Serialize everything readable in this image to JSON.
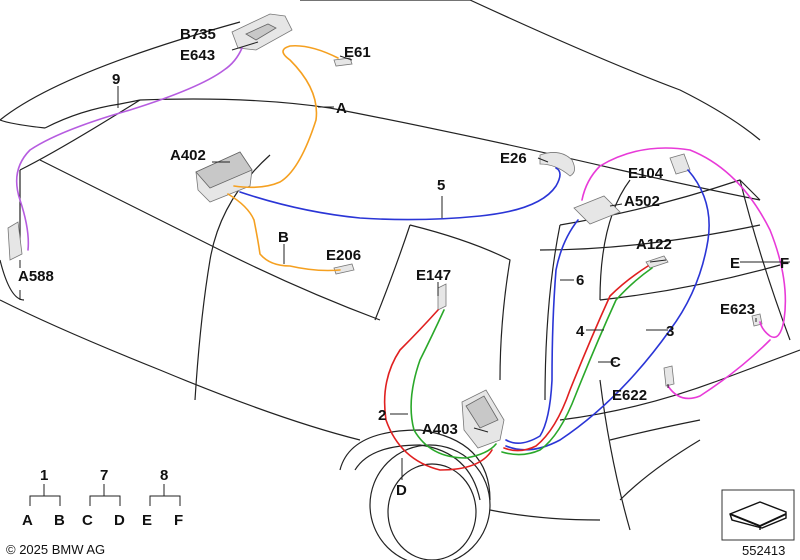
{
  "colors": {
    "wire_A": "#f5a020",
    "wire_B": "#f5a020",
    "wire_5": "#2a35d6",
    "wire_9": "#b65ce0",
    "wire_EF": "#e83ad8",
    "wire_red": "#e02020",
    "wire_green": "#2aa82a",
    "wire_blue_6": "#2a35d6",
    "wire_blue_3": "#2a35d6"
  },
  "labels": {
    "B735": "B735",
    "E643": "E643",
    "E61": "E61",
    "9": "9",
    "A": "A",
    "A402": "A402",
    "B": "B",
    "E206": "E206",
    "5": "5",
    "E26": "E26",
    "E104": "E104",
    "A502": "A502",
    "A122": "A122",
    "E": "E",
    "F": "F",
    "6": "6",
    "E147": "E147",
    "A588": "A588",
    "E623": "E623",
    "4": "4",
    "3": "3",
    "C": "C",
    "E622": "E622",
    "2": "2",
    "A403": "A403",
    "D": "D"
  },
  "legend": [
    {
      "parent": "1",
      "children": [
        "A",
        "B"
      ]
    },
    {
      "parent": "7",
      "children": [
        "C",
        "D"
      ]
    },
    {
      "parent": "8",
      "children": [
        "E",
        "F"
      ]
    }
  ],
  "copyright": "© 2025 BMW AG",
  "image_number": "552413"
}
